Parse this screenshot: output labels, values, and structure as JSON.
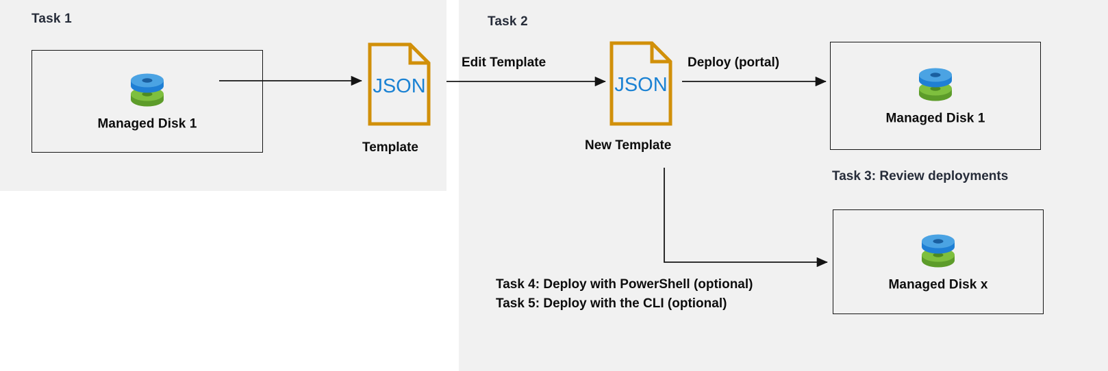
{
  "diagram": {
    "title_hidden": "",
    "panels": [
      {
        "name": "task1-panel",
        "label": "Task 1"
      },
      {
        "name": "task2-panel",
        "label": "Task 2"
      }
    ],
    "colors": {
      "panel_background": "#f1f1f1",
      "page_background": "#ffffff",
      "box_border": "#141414",
      "heading_text": "#262c39",
      "body_text": "#0d0d0d",
      "json_icon_outline": "#d1900a",
      "json_text": "#1b82d3",
      "disk_blue_top": "#4ba3e3",
      "disk_blue_side": "#1f7fd4",
      "disk_green_top": "#7ebf3e",
      "disk_green_side": "#5d9c2a",
      "disk_hole": "#1a5fa0"
    }
  },
  "task1": {
    "heading": "Task 1",
    "disk_box": {
      "label": "Managed Disk 1",
      "icon": "managed-disk-icon"
    },
    "template": {
      "icon_text": "JSON",
      "caption": "Template"
    }
  },
  "task2": {
    "heading": "Task 2",
    "edit_arrow_label": "Edit Template",
    "new_template": {
      "icon_text": "JSON",
      "caption": "New Template"
    },
    "deploy_arrow_label": "Deploy (portal)",
    "deployed_disk_box": {
      "label": "Managed Disk 1",
      "icon": "managed-disk-icon"
    },
    "optional_disk_box": {
      "label": "Managed Disk x",
      "icon": "managed-disk-icon"
    }
  },
  "notes": {
    "task3": "Task 3: Review deployments",
    "task4": "Task 4: Deploy with PowerShell (optional)",
    "task5": "Task 5: Deploy with the CLI (optional)"
  }
}
